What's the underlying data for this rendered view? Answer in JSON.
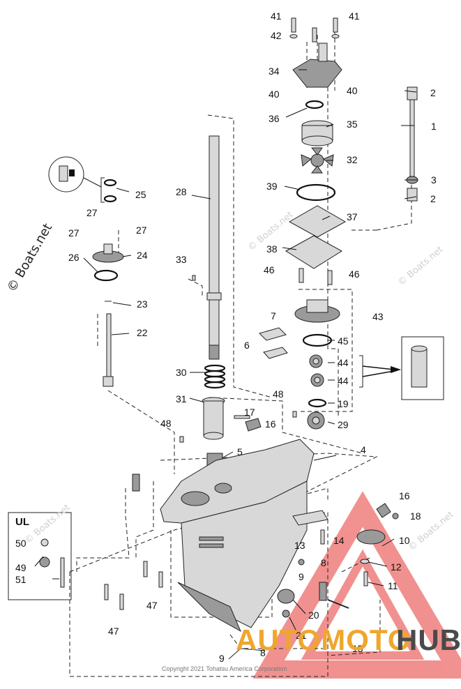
{
  "parts": [
    {
      "id": "p41a",
      "text": "41"
    },
    {
      "id": "p41b",
      "text": "41"
    },
    {
      "id": "p42",
      "text": "42"
    },
    {
      "id": "p34",
      "text": "34"
    },
    {
      "id": "p40a",
      "text": "40"
    },
    {
      "id": "p40b",
      "text": "40"
    },
    {
      "id": "p36",
      "text": "36"
    },
    {
      "id": "p35",
      "text": "35"
    },
    {
      "id": "p32",
      "text": "32"
    },
    {
      "id": "p39",
      "text": "39"
    },
    {
      "id": "p37",
      "text": "37"
    },
    {
      "id": "p38",
      "text": "38"
    },
    {
      "id": "p46a",
      "text": "46"
    },
    {
      "id": "p46b",
      "text": "46"
    },
    {
      "id": "p43",
      "text": "43"
    },
    {
      "id": "p45",
      "text": "45"
    },
    {
      "id": "p44a",
      "text": "44"
    },
    {
      "id": "p44b",
      "text": "44"
    },
    {
      "id": "p19",
      "text": "19"
    },
    {
      "id": "p29",
      "text": "29"
    },
    {
      "id": "p2a",
      "text": "2"
    },
    {
      "id": "p1",
      "text": "1"
    },
    {
      "id": "p3",
      "text": "3"
    },
    {
      "id": "p2b",
      "text": "2"
    },
    {
      "id": "p28",
      "text": "28"
    },
    {
      "id": "p25",
      "text": "25"
    },
    {
      "id": "p27a",
      "text": "27"
    },
    {
      "id": "p27b",
      "text": "27"
    },
    {
      "id": "p27c",
      "text": "27"
    },
    {
      "id": "p24",
      "text": "24"
    },
    {
      "id": "p26",
      "text": "26"
    },
    {
      "id": "p23",
      "text": "23"
    },
    {
      "id": "p22",
      "text": "22"
    },
    {
      "id": "p33",
      "text": "33"
    },
    {
      "id": "p7",
      "text": "7"
    },
    {
      "id": "p6",
      "text": "6"
    },
    {
      "id": "p30",
      "text": "30"
    },
    {
      "id": "p31",
      "text": "31"
    },
    {
      "id": "p48a",
      "text": "48"
    },
    {
      "id": "p48b",
      "text": "48"
    },
    {
      "id": "p17",
      "text": "17"
    },
    {
      "id": "p16a",
      "text": "16"
    },
    {
      "id": "p5",
      "text": "5"
    },
    {
      "id": "p4",
      "text": "4"
    },
    {
      "id": "p16b",
      "text": "16"
    },
    {
      "id": "p18",
      "text": "18"
    },
    {
      "id": "p14",
      "text": "14"
    },
    {
      "id": "p13",
      "text": "13"
    },
    {
      "id": "p10",
      "text": "10"
    },
    {
      "id": "p8a",
      "text": "8"
    },
    {
      "id": "p12",
      "text": "12"
    },
    {
      "id": "p9a",
      "text": "9"
    },
    {
      "id": "p11",
      "text": "11"
    },
    {
      "id": "p20",
      "text": "20"
    },
    {
      "id": "p21",
      "text": "21"
    },
    {
      "id": "p47a",
      "text": "47"
    },
    {
      "id": "p47b",
      "text": "47"
    },
    {
      "id": "p50",
      "text": "50"
    },
    {
      "id": "p49",
      "text": "49"
    },
    {
      "id": "p51",
      "text": "51"
    },
    {
      "id": "p9b",
      "text": "9"
    },
    {
      "id": "p8b",
      "text": "8"
    },
    {
      "id": "p15",
      "text": "15"
    }
  ],
  "ul_box": {
    "title": "UL"
  },
  "watermarks": {
    "left": "© Boats.net",
    "faint": "© Boats.net"
  },
  "copyright": "Copyright 2021 Tohatsu America Corporation",
  "brand": {
    "part1": "AUTOMOTO",
    "part2": "HUB",
    "accent": "#e53935",
    "accent2": "#f0a62c"
  }
}
